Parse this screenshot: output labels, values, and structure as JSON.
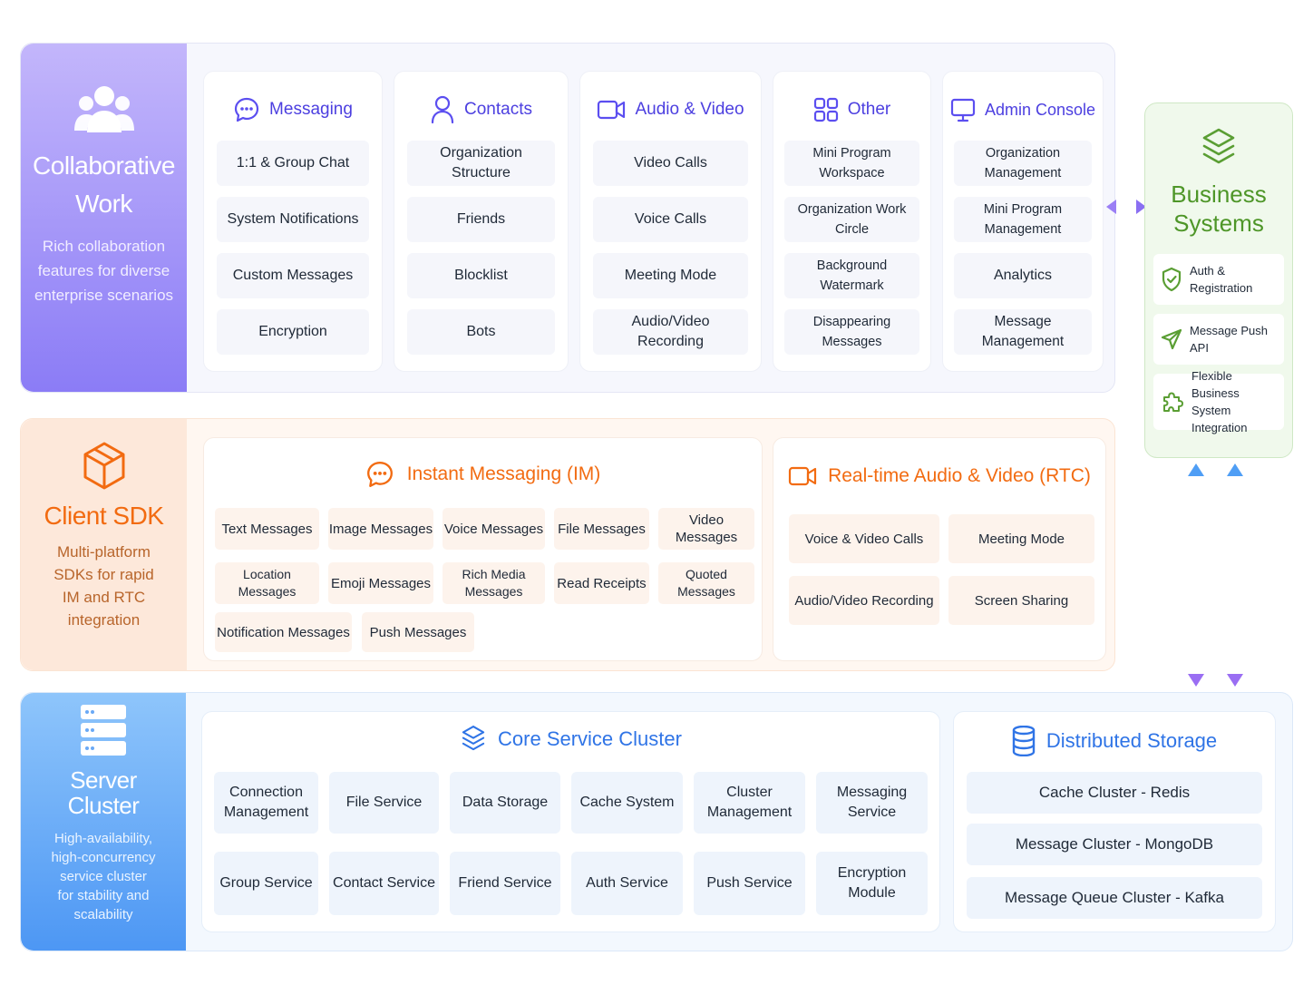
{
  "colors": {
    "purple_accent": "#4c3fe0",
    "orange_accent": "#f26b11",
    "blue_accent": "#2f74e6",
    "green_accent": "#4e9628"
  },
  "collaborative": {
    "title_line1": "Collaborative",
    "title_line2": "Work",
    "desc_line1": "Rich collaboration",
    "desc_line2": "features for diverse",
    "desc_line3": "enterprise scenarios",
    "icon": "users-icon",
    "columns": [
      {
        "title": "Messaging",
        "icon": "chat-bubble-icon",
        "items": [
          "1:1 & Group Chat",
          "System Notifications",
          "Custom Messages",
          "Encryption"
        ]
      },
      {
        "title": "Contacts",
        "icon": "person-icon",
        "items": [
          "Organization Structure",
          "Friends",
          "Blocklist",
          "Bots"
        ]
      },
      {
        "title": "Audio & Video",
        "icon": "video-camera-icon",
        "items": [
          "Video Calls",
          "Voice Calls",
          "Meeting Mode",
          "Audio/Video Recording"
        ]
      },
      {
        "title": "Other",
        "icon": "grid-icon",
        "items": [
          "Mini Program Workspace",
          "Organization Work Circle",
          "Background Watermark",
          "Disappearing Messages"
        ]
      },
      {
        "title": "Admin Console",
        "icon": "monitor-icon",
        "items": [
          "Organization Management",
          "Mini Program Management",
          "Analytics",
          "Message Management"
        ]
      }
    ]
  },
  "business": {
    "title_line1": "Business",
    "title_line2": "Systems",
    "icon": "layers-icon",
    "items": [
      {
        "label": "Auth & Registration",
        "icon": "shield-check-icon"
      },
      {
        "label": "Message Push API",
        "icon": "send-icon"
      },
      {
        "label_line1": "Flexible Business",
        "label_line2": "System Integration",
        "icon": "puzzle-icon"
      }
    ]
  },
  "client_sdk": {
    "title": "Client SDK",
    "desc_line1": "Multi-platform",
    "desc_line2": "SDKs for rapid",
    "desc_line3": "IM and RTC",
    "desc_line4": "integration",
    "icon": "cube-icon",
    "im": {
      "title": "Instant Messaging (IM)",
      "icon": "chat-bubble-icon",
      "items": [
        "Text Messages",
        "Image Messages",
        "Voice Messages",
        "File Messages",
        "Video Messages",
        "Location Messages",
        "Emoji Messages",
        "Rich Media Messages",
        "Read Receipts",
        "Quoted Messages",
        "Notification Messages",
        "Push Messages"
      ]
    },
    "rtc": {
      "title": "Real-time Audio & Video (RTC)",
      "icon": "video-camera-icon",
      "items": [
        "Voice & Video Calls",
        "Meeting Mode",
        "Audio/Video Recording",
        "Screen Sharing"
      ]
    }
  },
  "server": {
    "title_line1": "Server",
    "title_line2": "Cluster",
    "desc_line1": "High-availability,",
    "desc_line2": "high-concurrency",
    "desc_line3": "service cluster",
    "desc_line4": "for stability and",
    "desc_line5": "scalability",
    "icon": "server-rack-icon",
    "core": {
      "title": "Core Service Cluster",
      "icon": "layers-icon",
      "items": [
        "Connection Management",
        "File Service",
        "Data Storage",
        "Cache System",
        "Cluster Management",
        "Messaging Service",
        "Group Service",
        "Contact Service",
        "Friend Service",
        "Auth Service",
        "Push Service",
        "Encryption Module"
      ]
    },
    "storage": {
      "title": "Distributed Storage",
      "icon": "database-icon",
      "items": [
        "Cache Cluster - Redis",
        "Message Cluster - MongoDB",
        "Message Queue Cluster - Kafka"
      ]
    }
  }
}
